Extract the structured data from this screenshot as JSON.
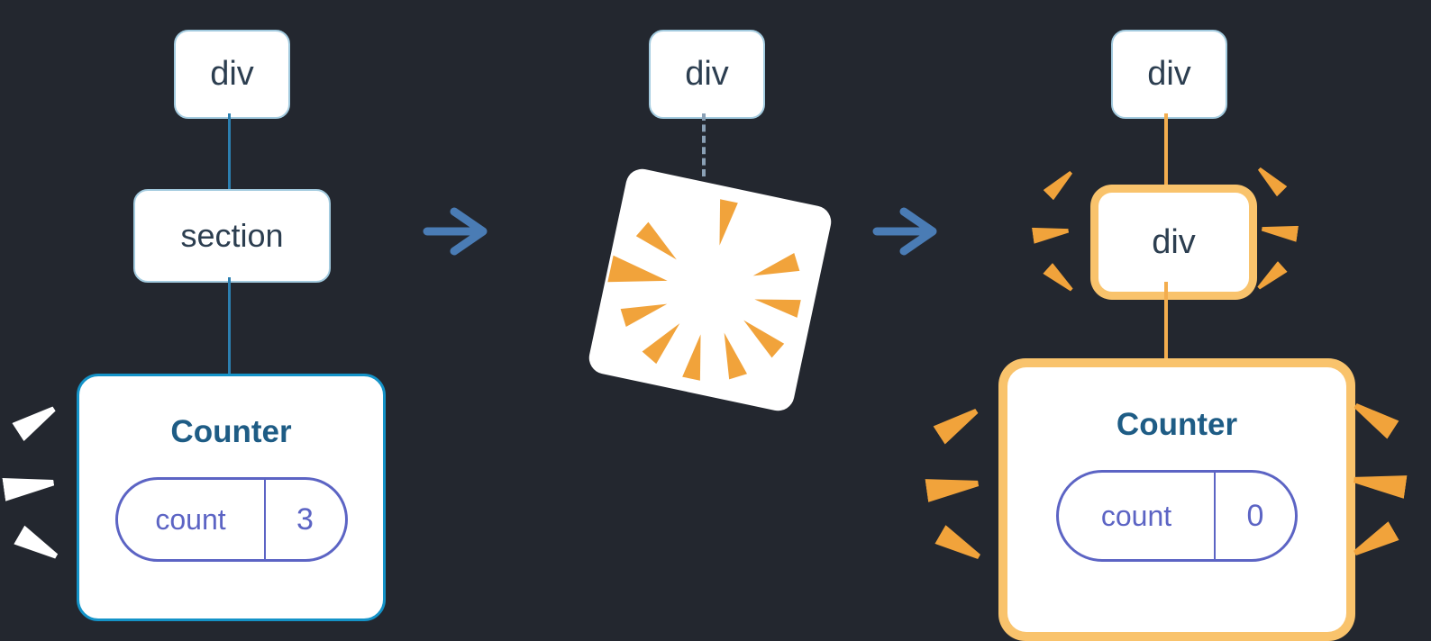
{
  "colors": {
    "background": "#23272f",
    "node_border": "#a3cbdf",
    "connector_blue": "#2c7fb0",
    "counter_border": "#1493c8",
    "label_text": "#2c3e50",
    "counter_title": "#1e5c85",
    "state_indigo": "#5c64c4",
    "highlight_orange": "#f9c36c",
    "spark_orange": "#f1a33b",
    "spark_white": "#ffffff",
    "arrow_blue": "#4a7cb5",
    "dashed_connector": "#8aa0b5"
  },
  "before": {
    "root": "div",
    "child": "section",
    "counter": {
      "title": "Counter",
      "state_key": "count",
      "state_value": "3"
    }
  },
  "transition": {
    "root": "div"
  },
  "after": {
    "root": "div",
    "child": "div",
    "counter": {
      "title": "Counter",
      "state_key": "count",
      "state_value": "0"
    }
  },
  "icons": {
    "arrow": "arrow-right-icon",
    "poof": "poof-burst-icon",
    "spark": "spark-wedge-icon"
  }
}
